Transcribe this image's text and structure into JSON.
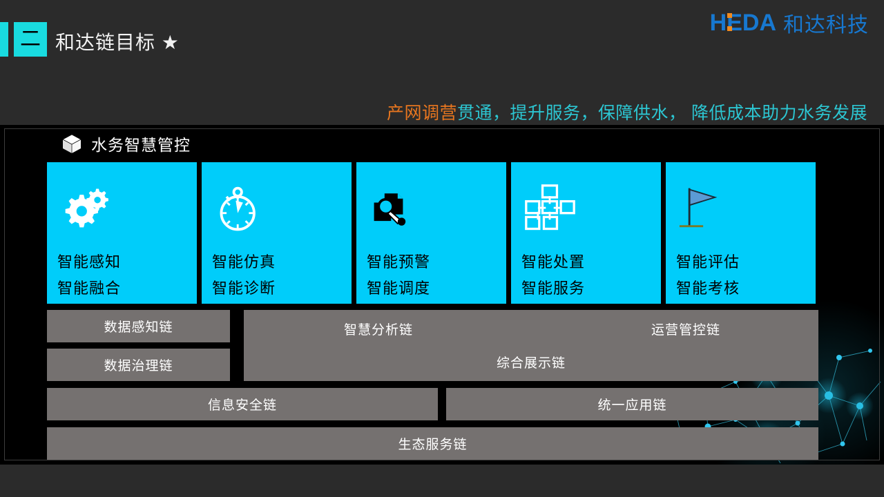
{
  "header": {
    "badge": "二",
    "title": "和达链目标 ★",
    "logo_mark": "HEDA",
    "logo_cn": "和达科技",
    "brand_blue": "#1778d0",
    "brand_orange": "#f08a1e",
    "accent_cyan": "#19dbe0"
  },
  "tagline": {
    "highlight": "产网调营",
    "rest": "贯通，提升服务，保障供水， 降低成本助力水务发展",
    "highlight_color": "#e8761f",
    "rest_color": "#2cc6d2"
  },
  "panel": {
    "heading": "水务智慧管控",
    "heading_icon": "cube-icon",
    "background": "#000000"
  },
  "cards": [
    {
      "icon": "gears-icon",
      "line1": "智能感知",
      "line2": "智能融合"
    },
    {
      "icon": "stopwatch-icon",
      "line1": "智能仿真",
      "line2": "智能诊断"
    },
    {
      "icon": "document-search-icon",
      "line1": "智能预警",
      "line2": "智能调度"
    },
    {
      "icon": "network-nodes-icon",
      "line1": "智能处置",
      "line2": "智能服务"
    },
    {
      "icon": "flag-icon",
      "line1": "智能评估",
      "line2": "智能考核"
    }
  ],
  "card_color": "#00cdfa",
  "chains": {
    "bar_color": "#757170",
    "left_top": "数据感知链",
    "left_bottom": "数据治理链",
    "big_left": "智慧分析链",
    "big_right": "运营管控链",
    "big_center": "综合展示链",
    "second_left": "信息安全链",
    "second_right": "统一应用链",
    "full": "生态服务链"
  }
}
